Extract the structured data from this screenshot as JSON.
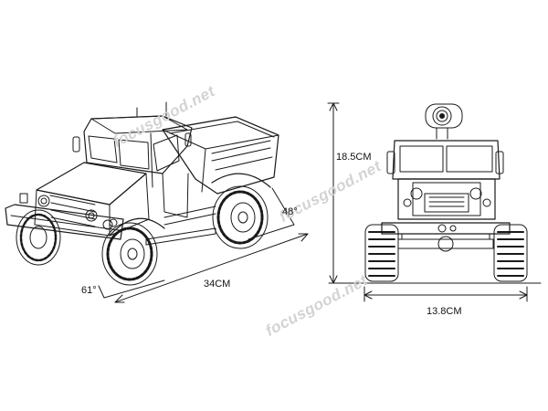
{
  "dimensions": {
    "length": "34CM",
    "height": "18.5CM",
    "width": "13.8CM",
    "approach_angle": "61°",
    "departure_angle": "48°"
  },
  "watermark": "focusgood.net",
  "colors": {
    "line": "#1a1a1a",
    "watermark": "#d3d3d3",
    "background": "#ffffff"
  }
}
